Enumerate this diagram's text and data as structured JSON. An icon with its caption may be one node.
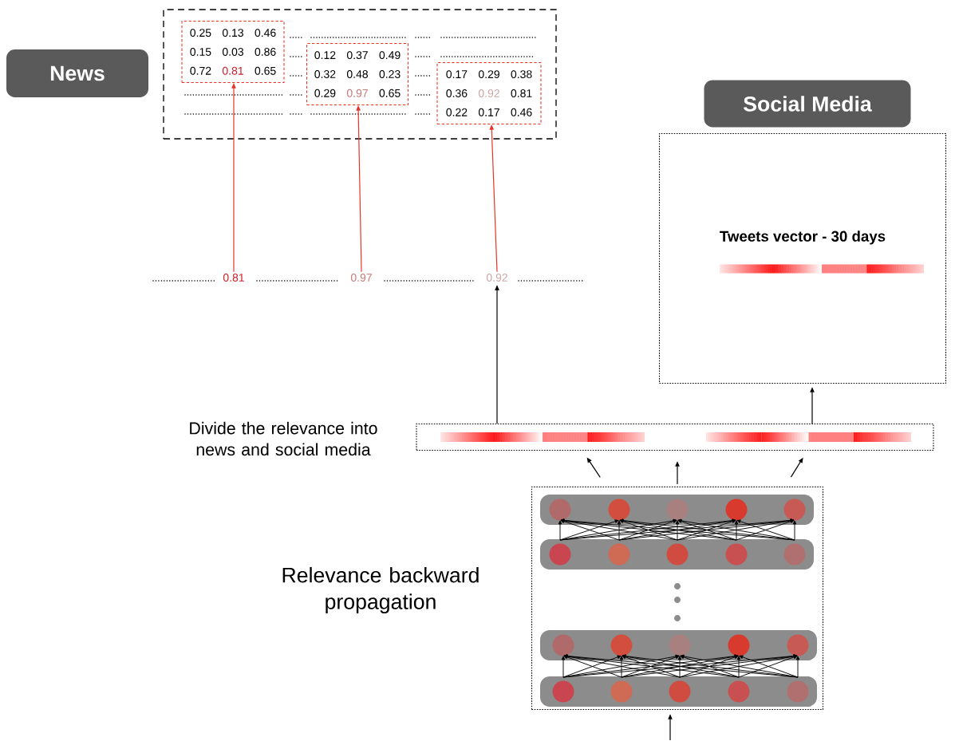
{
  "diagram": {
    "nodes": [
      {
        "text": [
          "News"
        ]
      },
      {
        "text": [
          "Social Media"
        ]
      },
      {
        "text": [],
        "shape": "box"
      },
      {
        "text": [
          "0.25",
          "0.13",
          "0.46",
          "0.15",
          "0.03",
          "0.86",
          "0.72",
          "0.81",
          "0.65"
        ],
        "in": 2
      },
      {
        "text": [
          "0.12",
          "0.37",
          "0.49",
          "0.32",
          "0.48",
          "0.23",
          "0.29",
          "0.97",
          "0.65"
        ],
        "in": 2
      },
      {
        "text": [
          "0.17",
          "0.29",
          "0.38",
          "0.36",
          "0.92",
          "0.81",
          "0.22",
          "0.17",
          "0.46"
        ],
        "in": 2
      },
      {
        "text": [
          "0.81"
        ]
      },
      {
        "text": [
          "0.97"
        ]
      },
      {
        "text": [
          "0.92"
        ]
      },
      {
        "text": [
          "Tweets vector - 30 days"
        ]
      },
      {
        "text": [],
        "shape": "box",
        "beside": [
          "Divide the relevance into news and social media"
        ]
      },
      {
        "text": [],
        "shape": "box",
        "beside": [
          "Relevance backward propagation"
        ]
      }
    ],
    "edges": [
      {
        "from": 6,
        "to": 3,
        "arrow": "to",
        "color": "#e8332a"
      },
      {
        "from": 7,
        "to": 4,
        "arrow": "to",
        "color": "#e8332a"
      },
      {
        "from": 8,
        "to": 5,
        "arrow": "to",
        "color": "#e8332a"
      },
      {
        "from": 10,
        "to": 8,
        "arrow": "to"
      },
      {
        "from": 10,
        "to": 9,
        "arrow": "to"
      },
      {
        "from": 11,
        "to": 10,
        "arrow": "to"
      },
      {
        "from": 11,
        "to": 10,
        "arrow": "to"
      },
      {
        "from": 11,
        "to": 10,
        "arrow": "to"
      },
      {
        "from": null,
        "to": 11,
        "arrow": "to"
      }
    ]
  }
}
